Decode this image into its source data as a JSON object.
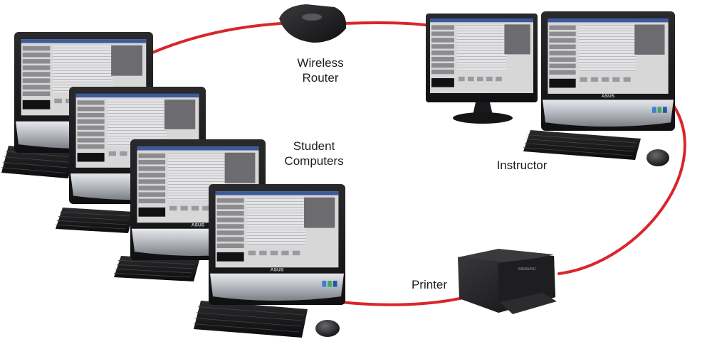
{
  "labels": {
    "wireless_router": [
      "Wireless",
      "Router"
    ],
    "student_computers": [
      "Student",
      "Computers"
    ],
    "instructor": "Instructor",
    "printer": "Printer"
  },
  "brands": {
    "all_in_one": "ASUS",
    "printer": "SAMSUNG"
  },
  "colors": {
    "network_link": "#d9262b",
    "device_body": "#1c1c1e",
    "device_silver": "#b9bcc2",
    "screen_bg": "#d7d7d7"
  }
}
